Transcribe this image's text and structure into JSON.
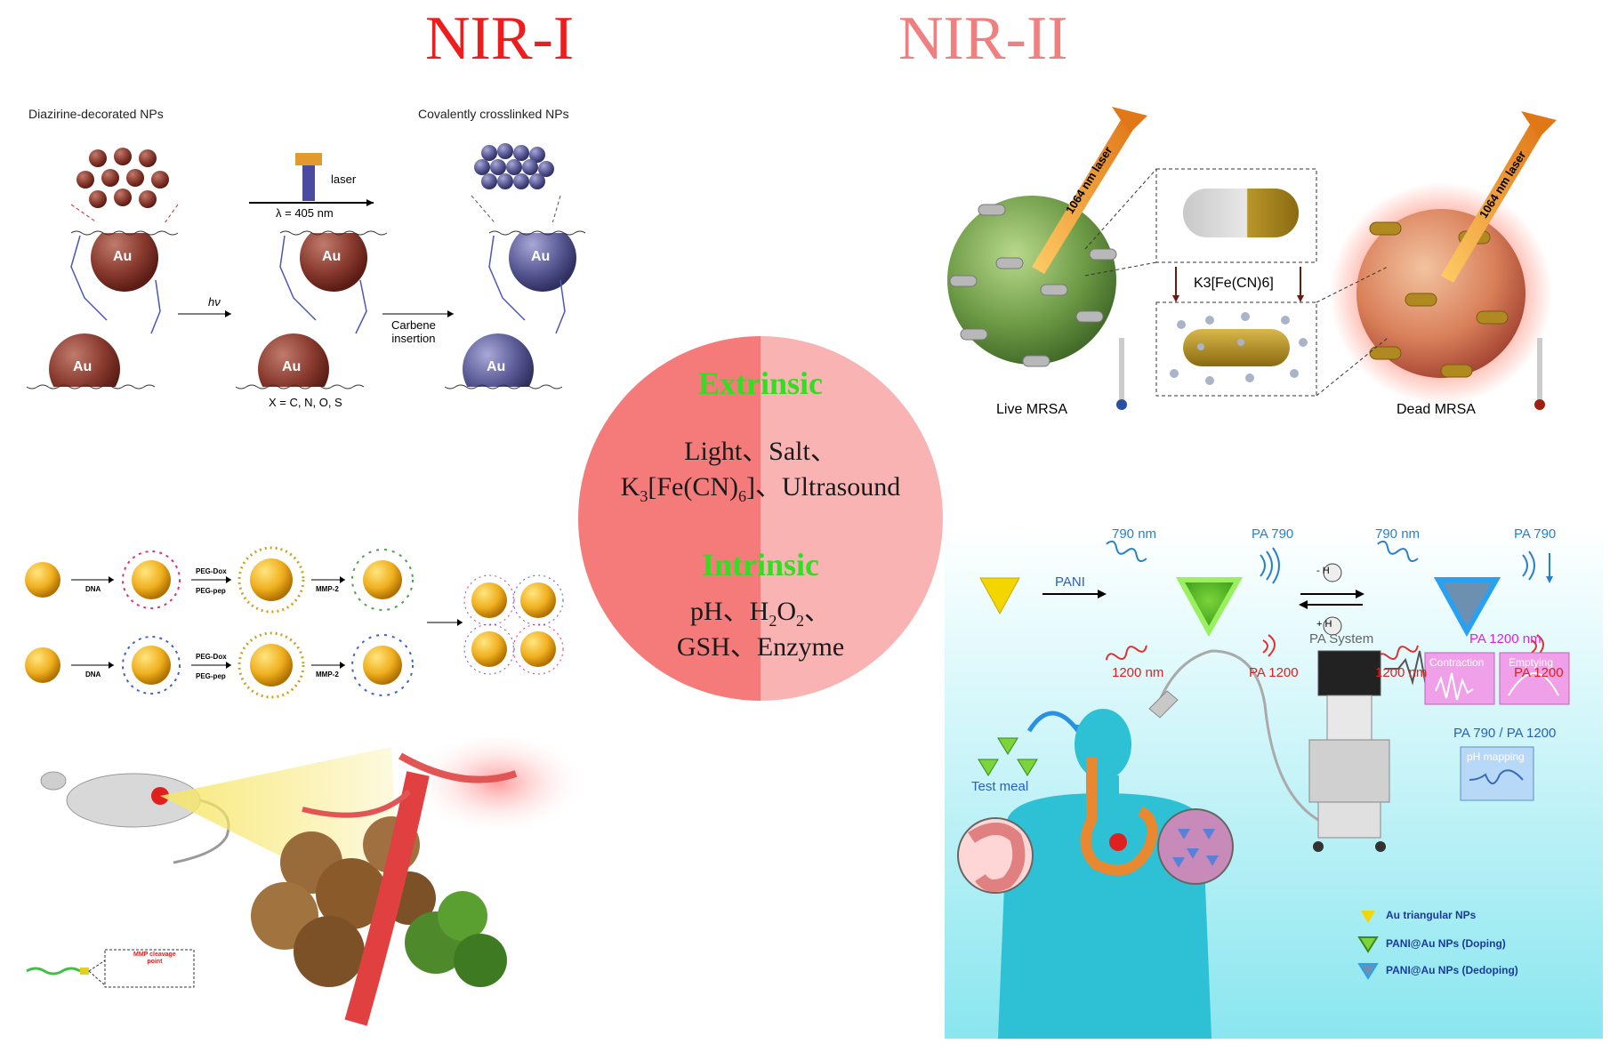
{
  "headings": {
    "left": "NIR-I",
    "right": "NIR-II"
  },
  "colors": {
    "nir1": "#ee1c1c",
    "nir2": "#f08080",
    "circle_left": "#f57a7a",
    "circle_right": "#f9b3b3",
    "heading_green": "#33dd22"
  },
  "center": {
    "extrinsic_title": "Extrinsic",
    "extrinsic_line1": "Light、Salt、",
    "extrinsic_line2_pre": "K",
    "extrinsic_line2_sub1": "3",
    "extrinsic_line2_mid": "[Fe(CN)",
    "extrinsic_line2_sub2": "6",
    "extrinsic_line2_post": "]、Ultrasound",
    "intrinsic_title": "Intrinsic",
    "intrinsic_line1_pre": "pH、H",
    "intrinsic_line1_sub1": "2",
    "intrinsic_line1_mid": "O",
    "intrinsic_line1_sub2": "2",
    "intrinsic_line1_post": "、",
    "intrinsic_line2": "GSH、Enzyme"
  },
  "panel_crosslink": {
    "left_label": "Diazirine-decorated NPs",
    "right_label": "Covalently crosslinked NPs",
    "laser_label": "laser",
    "lambda_label": "λ = 405 nm",
    "hv_label": "hν",
    "carbene_line1": "Carbene",
    "carbene_line2": "insertion",
    "x_label": "X = C, N, O, S",
    "au": "Au"
  },
  "panel_dna": {
    "dna": "DNA",
    "peg_dox": "PEG-Dox",
    "peg_pep": "PEG-pep",
    "mmp2": "MMP-2",
    "mmp_cleavage_line1": "MMP cleavage",
    "mmp_cleavage_line2": "point"
  },
  "panel_mrsa": {
    "laser": "1064 nm laser",
    "live": "Live MRSA",
    "dead": "Dead MRSA",
    "reagent": "K3[Fe(CN)6]"
  },
  "panel_pa": {
    "nm790_a": "790 nm",
    "pa790_a": "PA 790",
    "nm790_b": "790 nm",
    "pa790_b": "PA 790",
    "nm1200_a": "1200 nm",
    "pa1200_a": "PA 1200",
    "nm1200_b": "1200 nm",
    "pa1200_b": "PA 1200",
    "pani": "PANI",
    "h_minus": "-",
    "h_plus": "+",
    "h": "H",
    "test_meal": "Test meal",
    "pa_system": "PA System",
    "pa1200nm": "PA 1200 nm",
    "contraction": "Contraction",
    "emptying": "Emptying",
    "ratio": "PA 790 / PA 1200",
    "ph_mapping": "pH mapping",
    "legend": [
      "Au triangular NPs",
      "PANI@Au NPs (Doping)",
      "PANI@Au NPs (Dedoping)"
    ]
  }
}
